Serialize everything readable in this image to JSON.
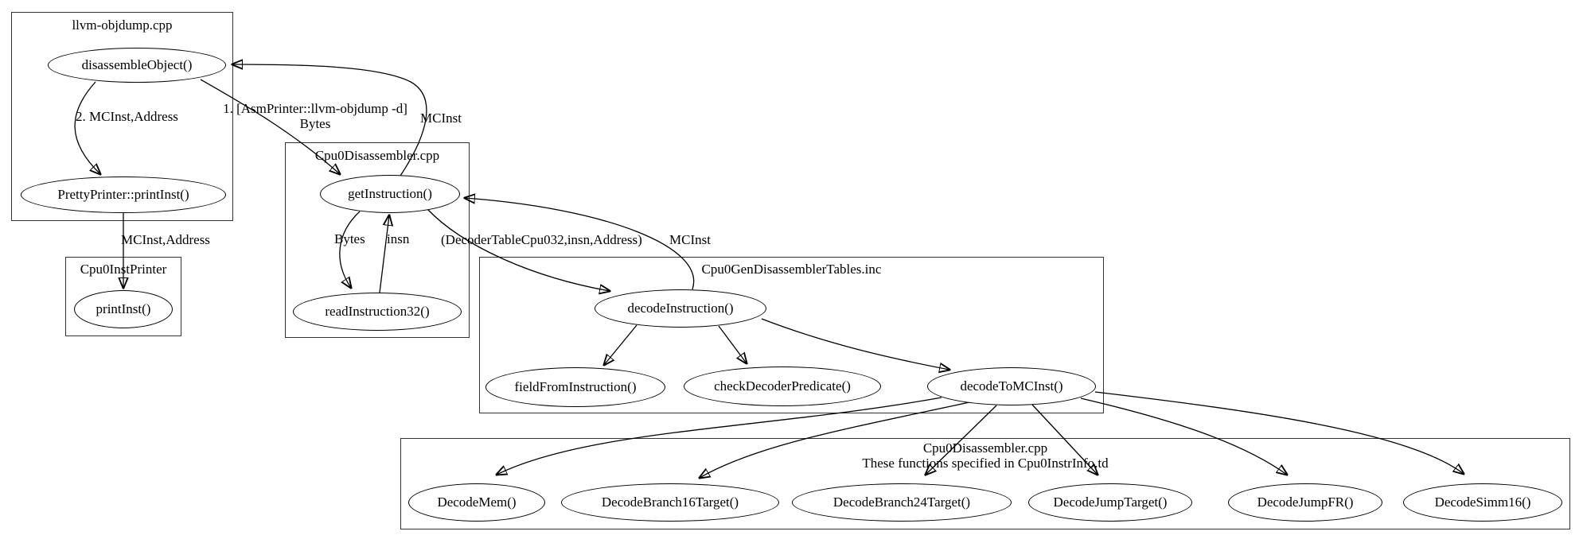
{
  "colors": {
    "background": "#ffffff",
    "line": "#000000",
    "text": "#000000"
  },
  "diagram": {
    "clusters": [
      {
        "id": "llvm-objdump",
        "label": "llvm-objdump.cpp"
      },
      {
        "id": "cpu0-inst-printer",
        "label": "Cpu0InstPrinter"
      },
      {
        "id": "cpu0-disassembler",
        "label": "Cpu0Disassembler.cpp"
      },
      {
        "id": "cpu0-gen-disassembler-tables",
        "label": "Cpu0GenDisassemblerTables.inc"
      },
      {
        "id": "decode-functions",
        "label_line1": "Cpu0Disassembler.cpp",
        "label_line2": "These functions specified in Cpu0InstrInfo.td"
      }
    ],
    "nodes": [
      {
        "id": "disassembleObject",
        "label": "disassembleObject()"
      },
      {
        "id": "prettyPrinterPrintInst",
        "label": "PrettyPrinter::printInst()"
      },
      {
        "id": "printInst",
        "label": "printInst()"
      },
      {
        "id": "getInstruction",
        "label": "getInstruction()"
      },
      {
        "id": "readInstruction32",
        "label": "readInstruction32()"
      },
      {
        "id": "decodeInstruction",
        "label": "decodeInstruction()"
      },
      {
        "id": "fieldFromInstruction",
        "label": "fieldFromInstruction()"
      },
      {
        "id": "checkDecoderPredicate",
        "label": "checkDecoderPredicate()"
      },
      {
        "id": "decodeToMCInst",
        "label": "decodeToMCInst()"
      },
      {
        "id": "DecodeMem",
        "label": "DecodeMem()"
      },
      {
        "id": "DecodeBranch16Target",
        "label": "DecodeBranch16Target()"
      },
      {
        "id": "DecodeBranch24Target",
        "label": "DecodeBranch24Target()"
      },
      {
        "id": "DecodeJumpTarget",
        "label": "DecodeJumpTarget()"
      },
      {
        "id": "DecodeJumpFR",
        "label": "DecodeJumpFR()"
      },
      {
        "id": "DecodeSimm16",
        "label": "DecodeSimm16()"
      }
    ],
    "edges": [
      {
        "from": "disassembleObject",
        "to": "prettyPrinterPrintInst",
        "label": "2. MCInst,Address"
      },
      {
        "from": "prettyPrinterPrintInst",
        "to": "printInst",
        "label": "MCInst,Address"
      },
      {
        "from": "disassembleObject",
        "to": "getInstruction",
        "label_line1": "1. [AsmPrinter::llvm-objdump -d]",
        "label_line2": "Bytes"
      },
      {
        "from": "getInstruction",
        "to": "disassembleObject",
        "label": "MCInst"
      },
      {
        "from": "getInstruction",
        "to": "readInstruction32",
        "label": "Bytes"
      },
      {
        "from": "readInstruction32",
        "to": "getInstruction",
        "label": "insn"
      },
      {
        "from": "getInstruction",
        "to": "decodeInstruction",
        "label": "(DecoderTableCpu032,insn,Address)"
      },
      {
        "from": "decodeInstruction",
        "to": "getInstruction",
        "label": "MCInst"
      },
      {
        "from": "decodeInstruction",
        "to": "fieldFromInstruction"
      },
      {
        "from": "decodeInstruction",
        "to": "checkDecoderPredicate"
      },
      {
        "from": "decodeInstruction",
        "to": "decodeToMCInst"
      },
      {
        "from": "decodeToMCInst",
        "to": "DecodeMem"
      },
      {
        "from": "decodeToMCInst",
        "to": "DecodeBranch16Target"
      },
      {
        "from": "decodeToMCInst",
        "to": "DecodeBranch24Target"
      },
      {
        "from": "decodeToMCInst",
        "to": "DecodeJumpTarget"
      },
      {
        "from": "decodeToMCInst",
        "to": "DecodeJumpFR"
      },
      {
        "from": "decodeToMCInst",
        "to": "DecodeSimm16"
      }
    ]
  }
}
